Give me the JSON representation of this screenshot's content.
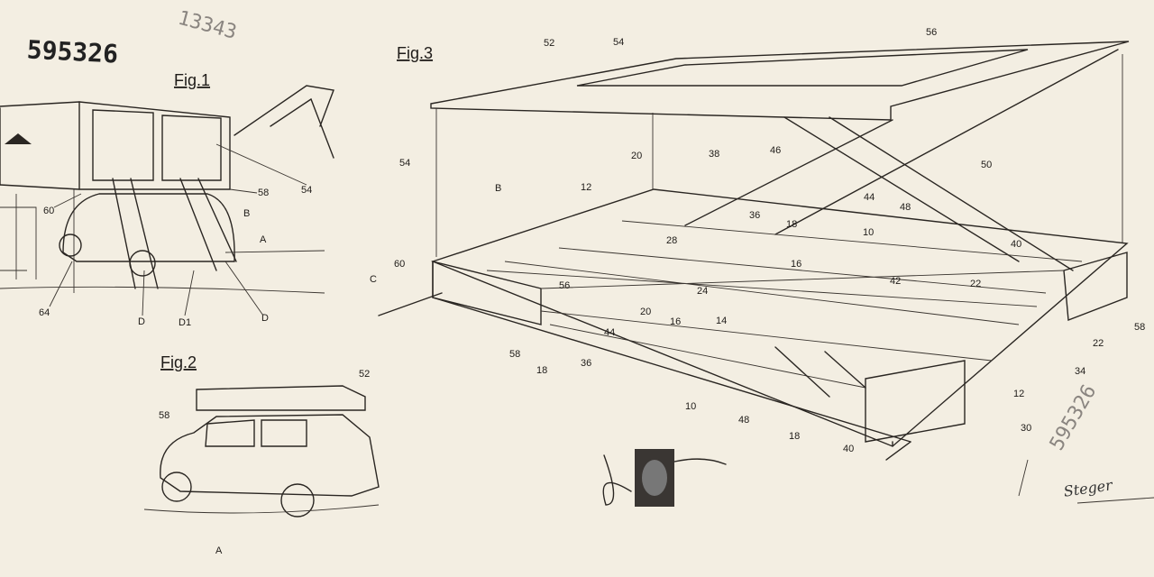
{
  "document": {
    "patent_number": "595326",
    "stamp_number": "13343",
    "stamp_rotated": "595326",
    "signature": "Steger"
  },
  "figures": {
    "fig1": {
      "title": "Fig.1",
      "labels": [
        "60",
        "58",
        "54",
        "B",
        "A",
        "64",
        "D",
        "D1",
        "D"
      ]
    },
    "fig2": {
      "title": "Fig.2",
      "labels": [
        "52",
        "58",
        "A"
      ]
    },
    "fig3": {
      "title": "Fig.3",
      "labels": [
        "52",
        "54",
        "56",
        "54",
        "20",
        "38",
        "46",
        "50",
        "B",
        "12",
        "44",
        "48",
        "36",
        "18",
        "10",
        "40",
        "28",
        "16",
        "42",
        "22",
        "60",
        "C",
        "56",
        "24",
        "20",
        "16",
        "14",
        "44",
        "58",
        "22",
        "58",
        "18",
        "36",
        "34",
        "12",
        "10",
        "48",
        "30",
        "18",
        "40"
      ]
    }
  },
  "colors": {
    "paper": "#f3eee2",
    "ink": "#2a2622"
  }
}
